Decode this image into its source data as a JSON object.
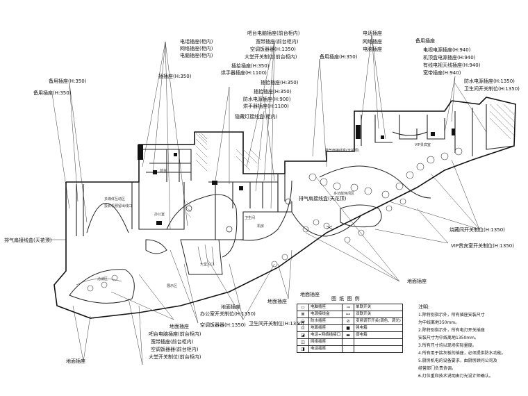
{
  "callouts_left": [
    "备用插座(H:350)",
    "备用插座(H:350)",
    "排气扇接线盒(天花顶)",
    "地面插座"
  ],
  "callouts_top_left": [
    "电话插座(柜内)",
    "网络插座(柜内)",
    "电脑插座(柜内)",
    "插插座(H:350)"
  ],
  "callouts_top_center": [
    "吧台电脑插座(前台柜内)",
    "宽带插座(前台柜内)",
    "空调饭器器(H:1350)",
    "大堂开关制位(前台柜内)",
    "插拾插座(H:350)",
    "烘手器插座(H:1100)",
    "插拾插座(H:350)",
    "插拾插座(H:350)",
    "防水电源插座(H:900)",
    "烘手器插座(H:1100)",
    "隐藏灯接线盒(柜内)"
  ],
  "callouts_top_right": [
    "电话插座",
    "网络插座",
    "电脑插座",
    "备用插座",
    "备用插座(H:350)",
    "电视电源插座(H:940)",
    "机顶盒电源插座(H:940)",
    "有线电视天线插座(H:940)",
    "宽带插座(H:940)",
    "防水电源插座(H:1350)",
    "卫生间开关制位(H:1350)"
  ],
  "callouts_right": [
    "烧藏间开关制位(H:1350)",
    "VIP贵宾室开关制位(H:1350)",
    "地面插座"
  ],
  "callouts_center": [
    "排气扇接线盒(天花顶)",
    "地面插座",
    "地面插座",
    "卫生间开关制位(H:1350)",
    "地面插座"
  ],
  "callouts_bottom": [
    "吧台电脑插座(前台柜内)",
    "宽带插座(前台柜内)",
    "空调饭器器(前台柜内)",
    "大堂开关制位(前台柜内)",
    "办公室开关制位(H:1350)",
    "空调饭器器(H:1350)",
    "地面插座"
  ],
  "rooms": [
    "投影机预留出线口",
    "多媒体互动区",
    "办公室",
    "卫生间",
    "排气扇接线盒(天花顶)",
    "多功能休闲区",
    "VIP贵宾室",
    "大堂入口",
    "洽谈区",
    "机房",
    "前台",
    "展示区"
  ],
  "legend": {
    "title": "图 纸 图 例",
    "rows": [
      [
        "电脑插座",
        "单联开关"
      ],
      [
        "电源接线盒",
        "双联开关"
      ],
      [
        "防水插座",
        "变频调节开关(调色、调光)"
      ],
      [
        "地面插座",
        "强电箱"
      ],
      [
        "电话+网络插接口",
        "弱电箱"
      ],
      [
        "网络插座",
        ""
      ],
      [
        "电话插座",
        ""
      ]
    ]
  },
  "notes": {
    "title": "注明:",
    "items": [
      "1.除特别指示外，所有插座安装尺寸",
      "  为中线离地350mm。",
      "2.除特别指示外，所有电灯开关插座",
      "  安装尺寸为中线离地1350mm。",
      "3.所有尺寸均以现场实际量度。",
      "4.所有用于接灰板的插座，必须提供防水功能。",
      "5.厨房机电的设备要求，由厨房顾问公司及",
      "  经营部门负责协调。",
      "6.灯位重和技术说明由灯光设计师确认。"
    ]
  }
}
